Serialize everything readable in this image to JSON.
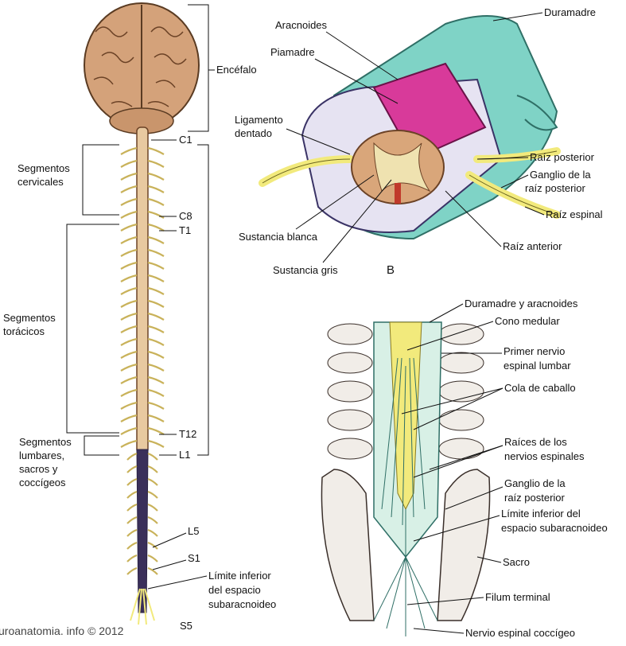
{
  "panel_a": {
    "labels": {
      "encefalo": "Encéfalo",
      "c1": "C1",
      "seg_cerv_1": "Segmentos",
      "seg_cerv_2": "cervicales",
      "c8": "C8",
      "t1": "T1",
      "seg_tor_1": "Segmentos",
      "seg_tor_2": "torácicos",
      "seg_lum_1": "Segmentos",
      "seg_lum_2": "lumbares,",
      "seg_lum_3": "sacros y",
      "seg_lum_4": "coccígeos",
      "t12": "T12",
      "l1": "L1",
      "l5": "L5",
      "s1": "S1",
      "lim_1": "Límite inferior",
      "lim_2": "del espacio",
      "lim_3": "subaracnoideo",
      "s5": "S5"
    },
    "watermark": "uroanatomia. info © 2012"
  },
  "panel_b": {
    "letter": "B",
    "labels": {
      "duramadre": "Duramadre",
      "aracnoides": "Aracnoides",
      "piamadre": "Piamadre",
      "ligamento_1": "Ligamento",
      "ligamento_2": "dentado",
      "raiz_posterior": "Raíz posterior",
      "ganglio_1": "Ganglio de la",
      "ganglio_2": "raíz posterior",
      "raiz_espinal": "Raíz espinal",
      "raiz_anterior": "Raíz anterior",
      "sustancia_blanca": "Sustancia blanca",
      "sustancia_gris": "Sustancia gris"
    }
  },
  "panel_c": {
    "labels": {
      "duramadre_arac": "Duramadre y aracnoides",
      "cono": "Cono medular",
      "primer_1": "Primer nervio",
      "primer_2": "espinal lumbar",
      "cola": "Cola de caballo",
      "raices_1": "Raíces de los",
      "raices_2": "nervios espinales",
      "ganglio_1": "Ganglio de la",
      "ganglio_2": "raíz posterior",
      "limite_1": "Límite inferior del",
      "limite_2": "espacio subaracnoideo",
      "sacro": "Sacro",
      "filum": "Filum terminal",
      "nervio_cocc": "Nervio espinal coccígeo"
    }
  },
  "colors": {
    "brain": "#d4a27a",
    "cord": "#e8c9a0",
    "nerve": "#f2ea7c",
    "dura": "#7fd3c6",
    "pia": "#d83a9a",
    "lower_cord": "#3a2f5a"
  }
}
